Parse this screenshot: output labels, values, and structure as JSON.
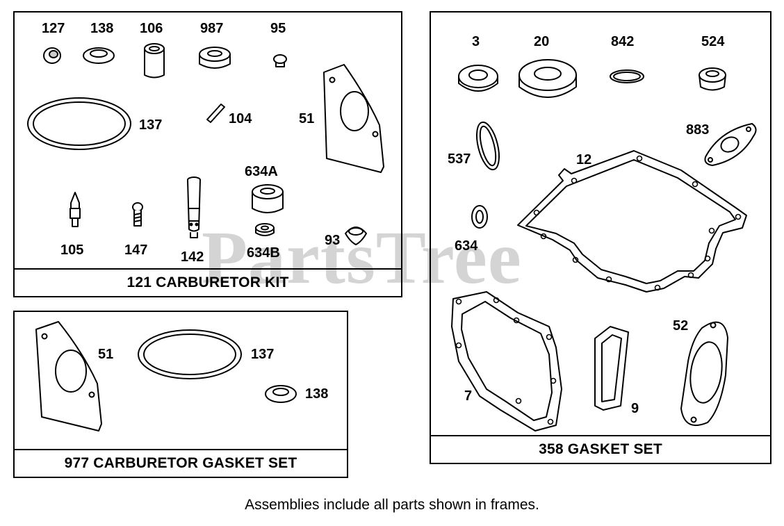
{
  "watermark": {
    "text": "PartsTree",
    "trademark": "TM"
  },
  "frames": {
    "carburetor_kit": {
      "title": "121 CARBURETOR KIT",
      "labels": {
        "p127": "127",
        "p138": "138",
        "p106": "106",
        "p987": "987",
        "p95": "95",
        "p137": "137",
        "p104": "104",
        "p51": "51",
        "p634A": "634A",
        "p105": "105",
        "p147": "147",
        "p142": "142",
        "p634B": "634B",
        "p93": "93"
      }
    },
    "carburetor_gasket_set": {
      "title": "977 CARBURETOR GASKET SET",
      "labels": {
        "p51": "51",
        "p137": "137",
        "p138": "138"
      }
    },
    "gasket_set": {
      "title": "358 GASKET SET",
      "labels": {
        "p3": "3",
        "p20": "20",
        "p842": "842",
        "p524": "524",
        "p537": "537",
        "p12": "12",
        "p883": "883",
        "p634": "634",
        "p7": "7",
        "p9": "9",
        "p52": "52"
      }
    }
  },
  "footnote": "Assemblies include all parts shown in frames."
}
